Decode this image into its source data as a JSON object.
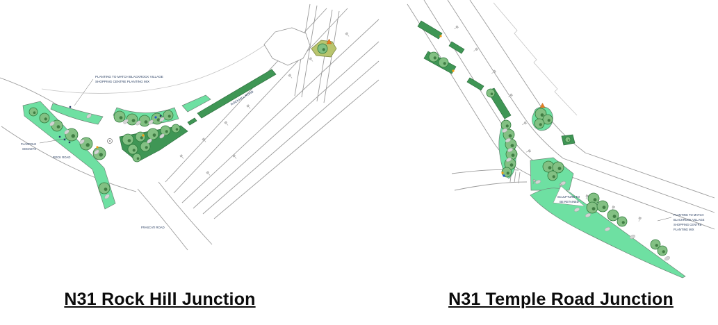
{
  "figures": {
    "left": {
      "caption": "N31 Rock Hill Junction",
      "labels": {
        "planting_note": [
          "PLANTING TO MATCH BLACKROCK VILLAGE",
          "SHOPPING CENTRE PLANTING MIX"
        ],
        "road_rockhill": "ROCKHILL ROAD",
        "flagpole": [
          "FLAGPOLE",
          "SOCKETS"
        ],
        "road_rock": "ROCK ROAD",
        "road_frascati": "FRASCATI ROAD"
      }
    },
    "right": {
      "caption": "N31 Temple Road Junction",
      "labels": {
        "sculpture": [
          "SCULPTURE TO",
          "BE RETAINED"
        ],
        "planting_note": [
          "PLANTING TO MATCH",
          "BLACKROCK VILLAGE",
          "SHOPPING CENTRE",
          "PLANTING MIX"
        ]
      }
    }
  },
  "colors": {
    "grass_bed": "#6EE0A2",
    "hedge_strip": "#3F9655",
    "tree_symbol": "#83C083",
    "ornamental_bed": "#B9C56E",
    "road_line": "#9B9B9B",
    "annotation_text": "#243A5E",
    "marker_orange": "#F39C12",
    "marker_blue": "#2255CC"
  }
}
